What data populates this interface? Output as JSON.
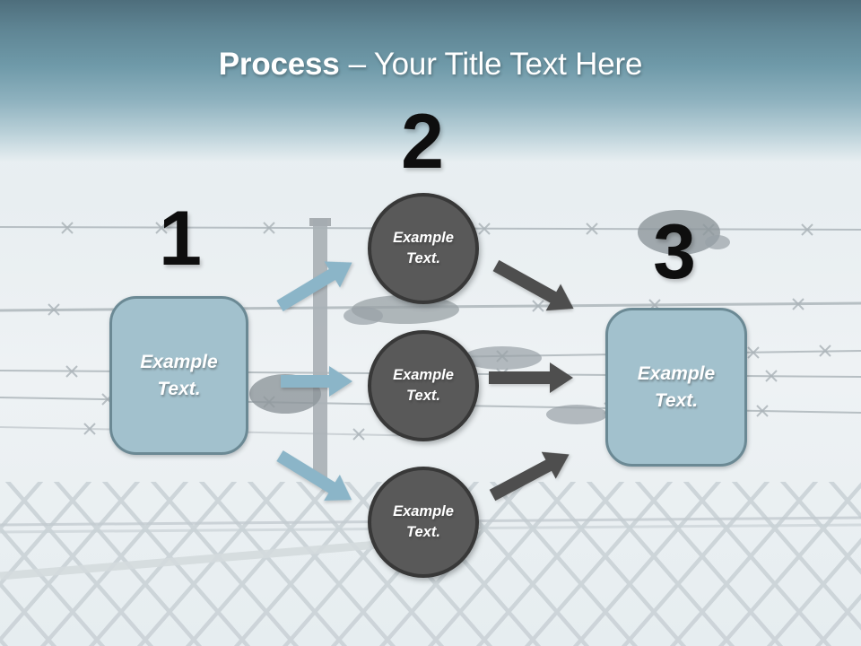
{
  "slide_title": {
    "lead": "Process",
    "rest": "– Your Title Text Here"
  },
  "steps": {
    "one": {
      "number": "1",
      "label": "Example Text."
    },
    "two": {
      "number": "2",
      "circles": [
        {
          "label": "Example Text."
        },
        {
          "label": "Example Text."
        },
        {
          "label": "Example Text."
        }
      ]
    },
    "three": {
      "number": "3",
      "label": "Example Text."
    }
  },
  "colors": {
    "accent_blue": "#a2c1cd",
    "accent_blue_border": "#6b8994",
    "circle_fill": "#595959",
    "circle_border": "#383838",
    "arrow_blue": "#8bb5c8",
    "arrow_gray": "#4e4e4e",
    "band_teal": "#5f8594",
    "title_color": "#ffffff",
    "number_color": "#0e0e0e"
  }
}
